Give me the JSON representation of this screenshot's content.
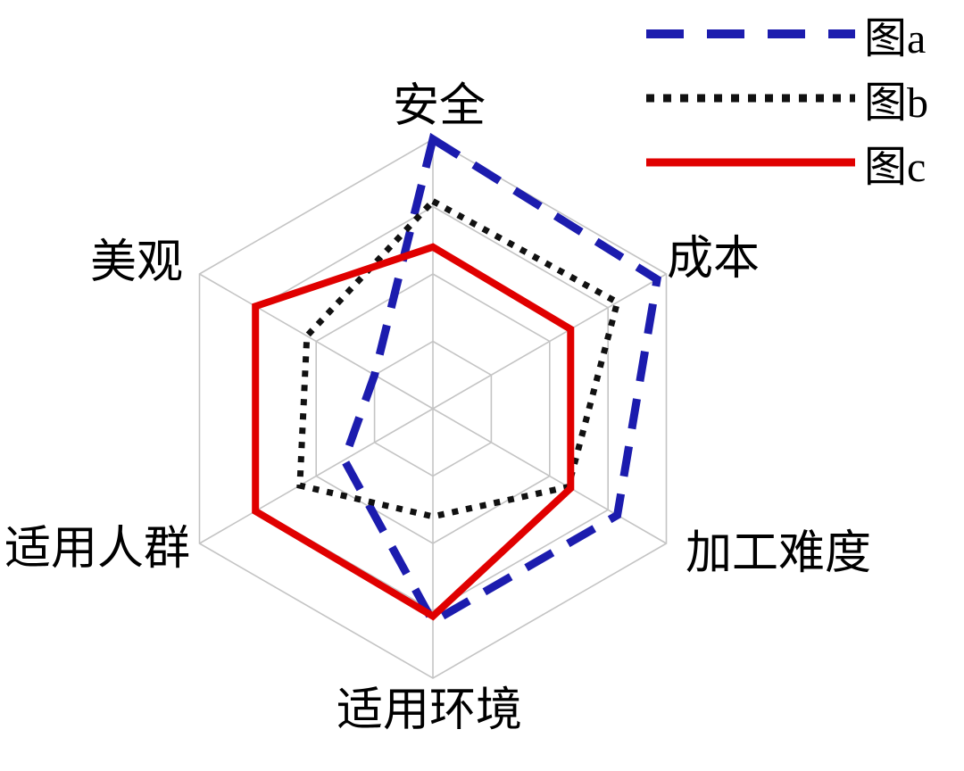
{
  "chart_data": {
    "type": "radar",
    "title": "",
    "categories": [
      "安全",
      "成本",
      "加工难度",
      "适用环境",
      "适用人群",
      "美观"
    ],
    "axis_order": "clockwise from top",
    "value_scale": "fraction of outer hexagon (0-1)",
    "rings": [
      0.25,
      0.5,
      0.75,
      1.0
    ],
    "grid_color": "#c4c4c4",
    "grid_shape": "hexagon",
    "legend_position": "top-right",
    "series": [
      {
        "name": "图a",
        "color": "#1c1cae",
        "style": "dashed",
        "values": [
          1.0,
          0.96,
          0.79,
          0.79,
          0.38,
          0.25
        ]
      },
      {
        "name": "图b",
        "color": "#111111",
        "style": "dotted",
        "values": [
          0.77,
          0.79,
          0.58,
          0.4,
          0.57,
          0.54
        ]
      },
      {
        "name": "图c",
        "color": "#e00000",
        "style": "solid",
        "values": [
          0.6,
          0.59,
          0.59,
          0.77,
          0.76,
          0.76
        ]
      }
    ]
  }
}
